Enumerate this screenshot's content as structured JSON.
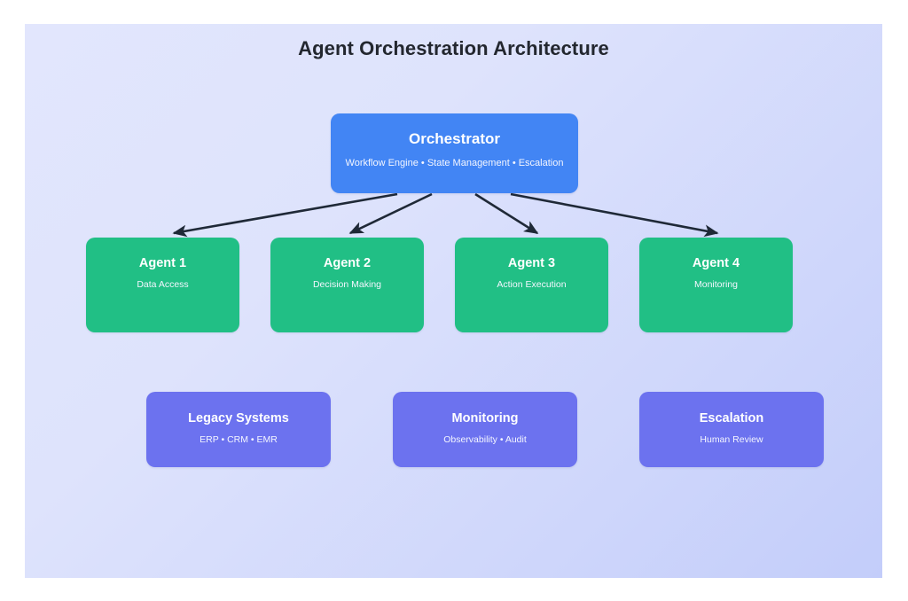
{
  "diagram": {
    "title": "Agent Orchestration Architecture",
    "background": {
      "page": "#ffffff",
      "panel_from": "#e2e6fd",
      "panel_to": "#c3cdfa"
    },
    "colors": {
      "orchestrator": "#4285f4",
      "agent": "#21bf85",
      "support": "#6c72ef",
      "arrow": "#1f2937",
      "title_text": "#23272f",
      "node_text": "#ffffff"
    },
    "orchestrator": {
      "title": "Orchestrator",
      "subtitle": "Workflow Engine • State Management • Escalation"
    },
    "agents": [
      {
        "title": "Agent 1",
        "subtitle": "Data Access"
      },
      {
        "title": "Agent 2",
        "subtitle": "Decision Making"
      },
      {
        "title": "Agent 3",
        "subtitle": "Action Execution"
      },
      {
        "title": "Agent 4",
        "subtitle": "Monitoring"
      }
    ],
    "support": [
      {
        "title": "Legacy Systems",
        "subtitle": "ERP • CRM • EMR"
      },
      {
        "title": "Monitoring",
        "subtitle": "Observability • Audit"
      },
      {
        "title": "Escalation",
        "subtitle": "Human Review"
      }
    ],
    "connections": [
      {
        "from": "Orchestrator",
        "to": "Agent 1"
      },
      {
        "from": "Orchestrator",
        "to": "Agent 2"
      },
      {
        "from": "Orchestrator",
        "to": "Agent 3"
      },
      {
        "from": "Orchestrator",
        "to": "Agent 4"
      }
    ]
  }
}
